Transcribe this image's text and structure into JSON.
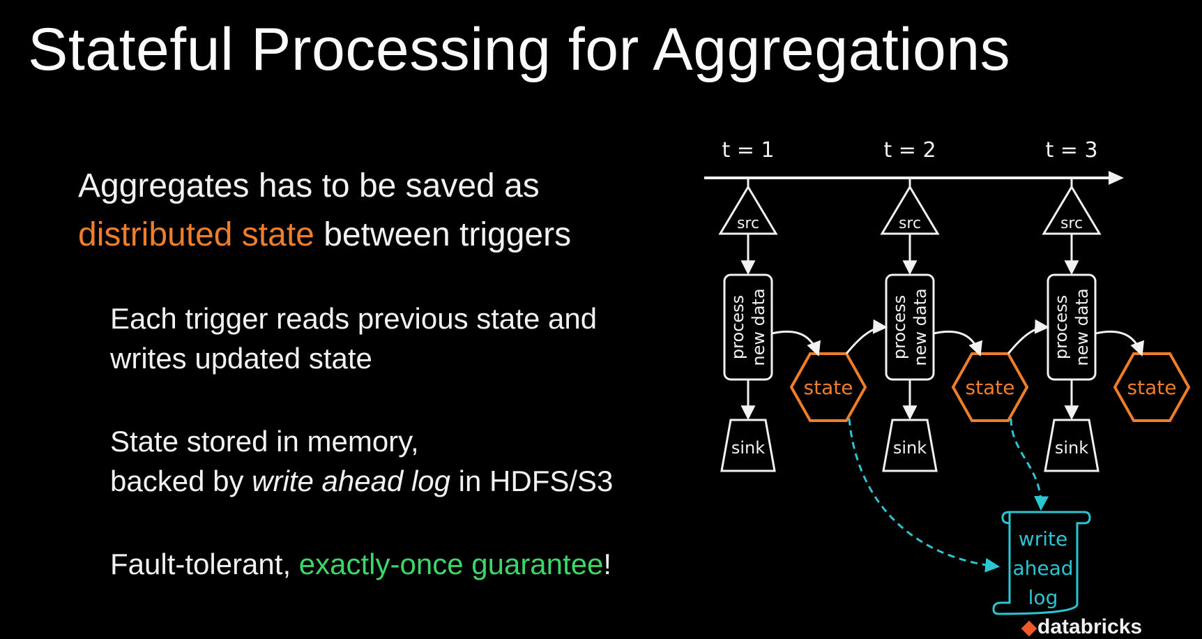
{
  "title": "Stateful Processing for Aggregations",
  "bullet": {
    "line1": "Aggregates has to be saved as",
    "highlight": "distributed state",
    "line2_rest": " between triggers"
  },
  "sub1": {
    "line1": "Each trigger reads previous state and",
    "line2": "writes updated state"
  },
  "sub2": {
    "line1": "State stored in memory,",
    "line2_prefix": "backed by ",
    "line2_em": "write ahead log",
    "line2_suffix": " in HDFS/S3"
  },
  "sub3": {
    "prefix": "Fault-tolerant, ",
    "highlight": "exactly-once guarantee",
    "suffix": "!"
  },
  "diagram": {
    "times": [
      "t = 1",
      "t = 2",
      "t = 3"
    ],
    "src_label": "src",
    "process_line1": "process",
    "process_line2": "new data",
    "state_label": "state",
    "sink_label": "sink",
    "wal_line1": "write",
    "wal_line2": "ahead",
    "wal_line3": "log",
    "colors": {
      "white": "#f2f2f2",
      "state": "#ef7e2b",
      "wal": "#2bc6d4"
    }
  },
  "logo": "databricks"
}
